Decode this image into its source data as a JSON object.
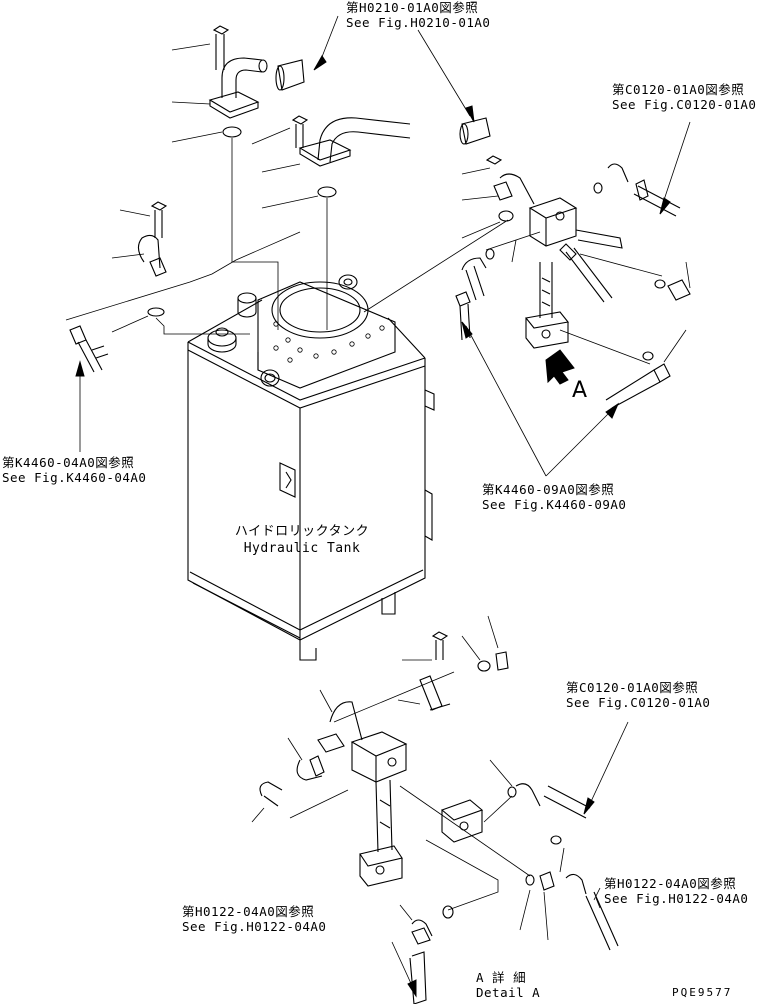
{
  "refs": {
    "h0210": {
      "jp": "第H0210-01A0図参照",
      "en": "See Fig.H0210-01A0"
    },
    "c0120_top": {
      "jp": "第C0120-01A0図参照",
      "en": "See Fig.C0120-01A0"
    },
    "k4460_04": {
      "jp": "第K4460-04A0図参照",
      "en": "See Fig.K4460-04A0"
    },
    "k4460_09": {
      "jp": "第K4460-09A0図参照",
      "en": "See Fig.K4460-09A0"
    },
    "c0120_bottom": {
      "jp": "第C0120-01A0図参照",
      "en": "See Fig.C0120-01A0"
    },
    "h0122_right": {
      "jp": "第H0122-04A0図参照",
      "en": "See Fig.H0122-04A0"
    },
    "h0122_left": {
      "jp": "第H0122-04A0図参照",
      "en": "See Fig.H0122-04A0"
    }
  },
  "tank": {
    "jp": "ハイドロリックタンク",
    "en": "Hydraulic Tank"
  },
  "view_marker": "A",
  "detail": {
    "jp": "A 詳 細",
    "en": "Detail A"
  },
  "drawing_code": "PQE9577"
}
